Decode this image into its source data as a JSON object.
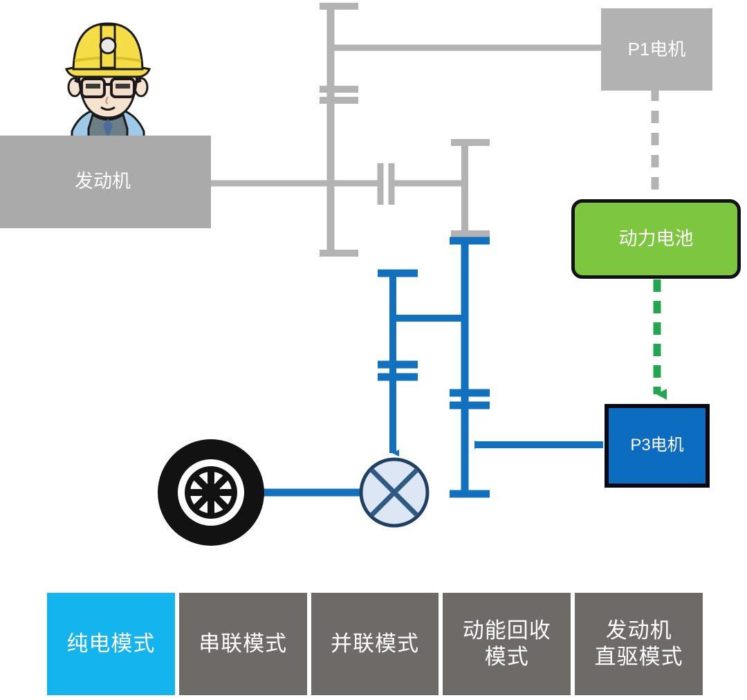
{
  "diagram": {
    "title_alt": "P1 P3 hybrid powertrain architecture diagram",
    "blocks": {
      "engine": {
        "label": "发动机",
        "color": "#aaaaaa",
        "text_color": "#ffffff"
      },
      "p1_motor": {
        "label": "P1电机",
        "color": "#b2b2b2",
        "text_color": "#ffffff"
      },
      "battery": {
        "label": "动力电池",
        "color": "#7dc63f",
        "border_color": "#111111",
        "text_color": "#ffffff"
      },
      "p3_motor": {
        "label": "P3电机",
        "color": "#0c6cc0",
        "border_color": "#0a0a14",
        "text_color": "#ffffff"
      }
    },
    "colors": {
      "gray_shaft": "#b3b3b3",
      "blue_shaft": "#1271bf",
      "blue_light_edge": "#2f9fe0",
      "green_dashed": "#22a64f",
      "battery_green": "#7dc63f",
      "active_mode": "#14b5ef",
      "inactive_mode": "#6e6a68",
      "wheel_tire": "#121212",
      "wheel_rim": "#ffffff",
      "differential_fill": "#dce6f5",
      "differential_stroke": "#1f3f63"
    },
    "elements": {
      "wheel": "wheel-icon",
      "differential": "differential-icon",
      "clutch": "clutch-icon",
      "gear_plate": "gear-plate",
      "p1_battery_link": "gray-dashed-line",
      "battery_p3_link": "green-dashed-arrow",
      "p3_shaft_link": "blue-arrow-left",
      "diff_input_link": "blue-arrow-down"
    },
    "mascot": {
      "name": "worker-mascot",
      "helmet_color": "#f5dd47",
      "skin_color": "#f6e3cf",
      "shirt_color": "#9ec9e8",
      "overall_color": "#6c7f86",
      "glasses_color": "#1a1a1a"
    }
  },
  "mode_bar": {
    "active_index": 0,
    "modes": [
      {
        "label": "纯电模式",
        "active": true
      },
      {
        "label": "串联模式",
        "active": false
      },
      {
        "label": "并联模式",
        "active": false
      },
      {
        "label": "动能回收\n模式",
        "active": false
      },
      {
        "label": "发动机\n直驱模式",
        "active": false
      }
    ]
  }
}
